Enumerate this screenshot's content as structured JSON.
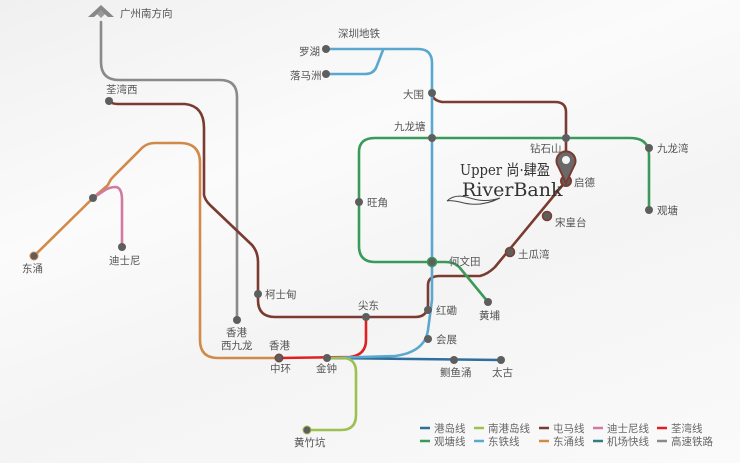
{
  "colors": {
    "island": "#2f6f9c",
    "south_island": "#9dc050",
    "tuen_ma": "#7a3b30",
    "disney": "#d07aa0",
    "tsuen_wan": "#e02020",
    "kwun_tong": "#3a9a5a",
    "east_rail": "#5aa8cf",
    "tung_chung": "#d08a4a",
    "airport": "#2f7f80",
    "high_speed": "#8a8a8a"
  },
  "direction_label": "广州南方向",
  "shenzhen_label": "深圳地铁",
  "logo": {
    "line1": "Upper 尚·肆盈",
    "line2": "RiverBank"
  },
  "stations": {
    "luohu": "罗湖",
    "lokmachau": "落马洲",
    "taiwai": "大围",
    "kowloontong": "九龙塘",
    "diamondhill": "钻石山",
    "kaitak": "启德",
    "kowloonbay": "九龙湾",
    "kwuntong": "观塘",
    "sungwongtoi": "宋皇台",
    "tokwawan": "土瓜湾",
    "mongkok": "旺角",
    "homantin": "何文田",
    "whampoa": "黄埔",
    "hunghom": "红磡",
    "exhibition": "会展",
    "quarrybay": "鲗鱼涌",
    "taikoo": "太古",
    "admiralty": "金钟",
    "central": "中环",
    "hongkong": "香港",
    "easttsimshatsui": "尖东",
    "austin": "柯士甸",
    "westkowloon_1": "香港",
    "westkowloon_2": "西九龙",
    "tsuenwanwest": "荃湾西",
    "tungchung": "东涌",
    "disney": "迪士尼",
    "wongchukhang": "黄竹坑"
  },
  "legend": [
    {
      "label": "港岛线",
      "color": "#2f6f9c"
    },
    {
      "label": "南港岛线",
      "color": "#9dc050"
    },
    {
      "label": "屯马线",
      "color": "#7a3b30"
    },
    {
      "label": "迪士尼线",
      "color": "#d07aa0"
    },
    {
      "label": "荃湾线",
      "color": "#e02020"
    },
    {
      "label": "观塘线",
      "color": "#3a9a5a"
    },
    {
      "label": "东铁线",
      "color": "#5aa8cf"
    },
    {
      "label": "东涌线",
      "color": "#d08a4a"
    },
    {
      "label": "机场快线",
      "color": "#2f7f80"
    },
    {
      "label": "高速铁路",
      "color": "#8a8a8a"
    }
  ]
}
